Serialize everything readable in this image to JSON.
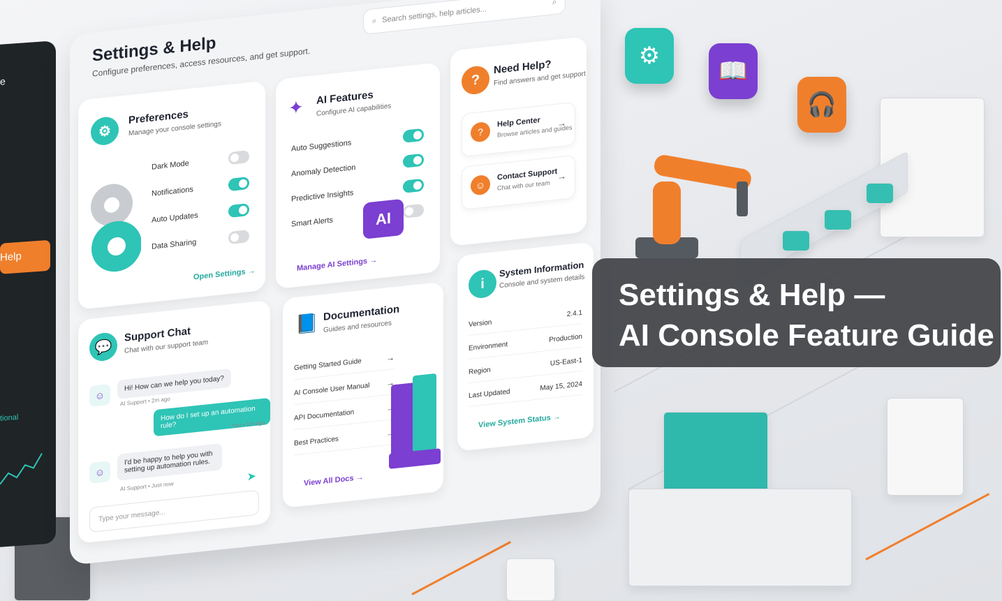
{
  "sidebar": {
    "partial_top": "e",
    "active_item": "Help",
    "partial_bottom": "tional"
  },
  "header": {
    "title": "Settings & Help",
    "subtitle": "Configure preferences, access resources, and get support.",
    "search_placeholder": "Search settings, help articles..."
  },
  "preferences": {
    "title": "Preferences",
    "subtitle": "Manage your console settings",
    "items": [
      {
        "label": "Dark Mode",
        "on": false
      },
      {
        "label": "Notifications",
        "on": true
      },
      {
        "label": "Auto Updates",
        "on": true
      },
      {
        "label": "Data Sharing",
        "on": false
      }
    ],
    "link": "Open Settings →"
  },
  "ai_features": {
    "title": "AI Features",
    "subtitle": "Configure AI capabilities",
    "items": [
      {
        "label": "Auto Suggestions",
        "on": true
      },
      {
        "label": "Anomaly Detection",
        "on": true
      },
      {
        "label": "Predictive Insights",
        "on": true
      },
      {
        "label": "Smart Alerts",
        "on": false
      }
    ],
    "badge": "AI",
    "link": "Manage AI Settings →"
  },
  "need_help": {
    "title": "Need Help?",
    "subtitle": "Find answers and get support",
    "items": [
      {
        "title": "Help Center",
        "subtitle": "Browse articles and guides"
      },
      {
        "title": "Contact Support",
        "subtitle": "Chat with our team"
      }
    ]
  },
  "support_chat": {
    "title": "Support Chat",
    "subtitle": "Chat with our support team",
    "messages": [
      {
        "text": "Hi! How can we help you today?",
        "meta": "AI Support • 2m ago"
      },
      {
        "text": "How do I set up an automation rule?",
        "meta": "You • 1m ago"
      },
      {
        "text": "I'd be happy to help you with setting up automation rules.",
        "meta": "AI Support • Just now"
      }
    ],
    "input_placeholder": "Type your message..."
  },
  "documentation": {
    "title": "Documentation",
    "subtitle": "Guides and resources",
    "items": [
      "Getting Started Guide",
      "AI Console User Manual",
      "API Documentation",
      "Best Practices"
    ],
    "link": "View All Docs →"
  },
  "system_info": {
    "title": "System Information",
    "subtitle": "Console and system details",
    "rows": [
      {
        "key": "Version",
        "value": "2.4.1"
      },
      {
        "key": "Environment",
        "value": "Production"
      },
      {
        "key": "Region",
        "value": "US-East-1"
      },
      {
        "key": "Last Updated",
        "value": "May 15, 2024"
      }
    ],
    "link": "View System Status →"
  },
  "headline": {
    "line1": "Settings & Help —",
    "line2": "AI Console Feature Guide"
  },
  "colors": {
    "teal": "#2ec4b6",
    "orange": "#f07f2c",
    "purple": "#7b3fd1",
    "dark": "#1f2426"
  },
  "icons": [
    "gear-icon",
    "book-icon",
    "headset-icon",
    "search-icon",
    "question-icon",
    "chat-icon",
    "info-icon",
    "sparkle-icon",
    "send-icon"
  ]
}
